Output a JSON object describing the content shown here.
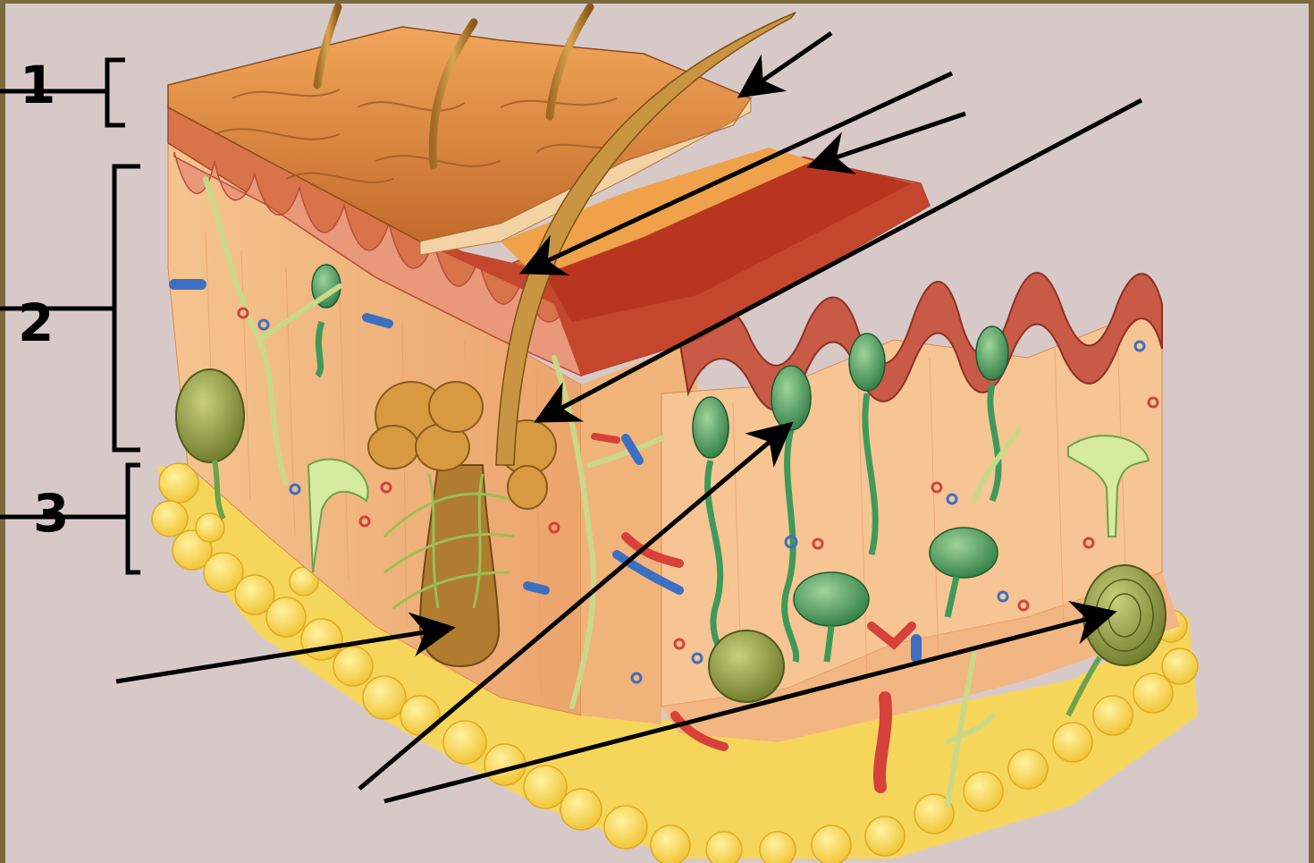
{
  "labels": {
    "layer_1": "1",
    "layer_2": "2",
    "layer_3": "3"
  },
  "colors": {
    "background": "#d8c9c9",
    "frame": "#7b6b3c",
    "epidermis": "#e89a55",
    "dermis": "#f3c08c",
    "fat": "#f7d84a",
    "hair": "#b5822e",
    "receptor_green": "#3f9a5a",
    "vessel_red": "#d6413a",
    "vessel_blue": "#3c6fc2",
    "arrow": "#000000"
  }
}
